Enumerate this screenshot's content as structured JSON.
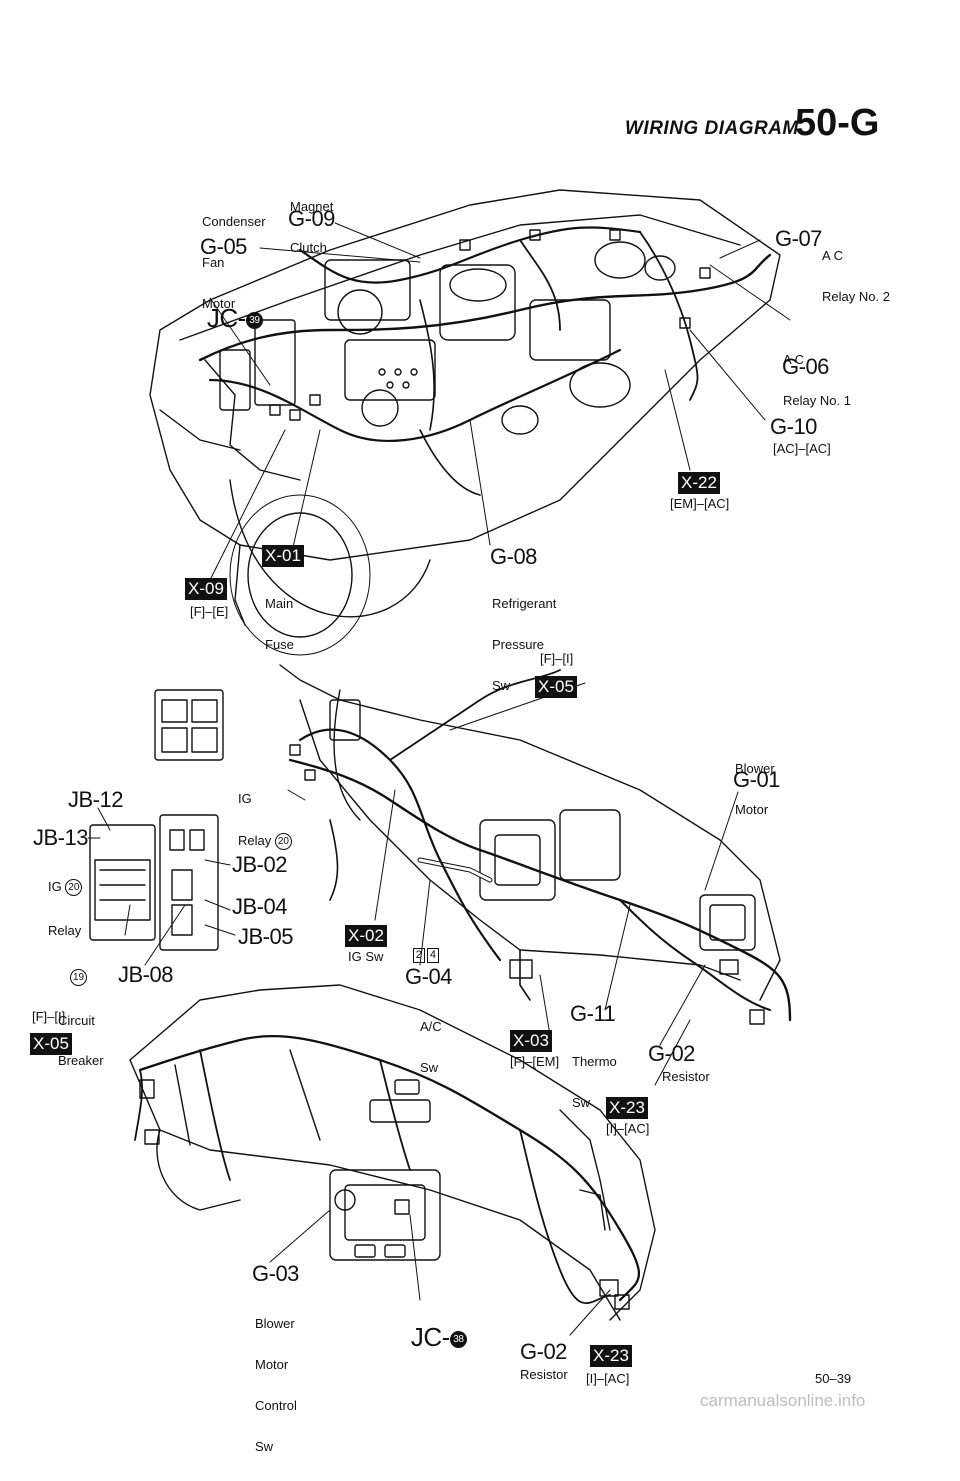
{
  "header": {
    "title": "WIRING DIAGRAM",
    "code": "50-G"
  },
  "page_number": "50–39",
  "engine": {
    "condenser_fan_motor": {
      "line1": "Condenser",
      "line2": "Fan",
      "line3": "Motor",
      "code": "G-05"
    },
    "magnet_clutch": {
      "line1": "Magnet",
      "line2": "Clutch",
      "code": "G-09"
    },
    "jc39": {
      "prefix": "JC-",
      "num": "39"
    },
    "ac_relay2": {
      "code": "G-07",
      "line1": "A C",
      "line2": "Relay No. 2"
    },
    "ac_relay1": {
      "line1": "A C",
      "line2": "Relay No. 1",
      "code": "G-06"
    },
    "g10": {
      "code": "G-10",
      "sub": "[AC]–[AC]"
    },
    "x22": {
      "badge": "X-22",
      "sub": "[EM]–[AC]"
    },
    "g08": {
      "code": "G-08",
      "line1": "Refrigerant",
      "line2": "Pressure",
      "line3": "Sw"
    },
    "x01": {
      "badge": "X-01",
      "line1": "Main",
      "line2": "Fuse"
    },
    "x09": {
      "badge": "X-09",
      "sub": "[F]–[E]"
    }
  },
  "dash": {
    "x05_top": {
      "sub": "[F]–[I]",
      "badge": "X-05"
    },
    "blower_motor": {
      "line1": "Blower",
      "line2": "Motor",
      "code": "G-01"
    },
    "ig_relay_top": {
      "line1": "IG",
      "line2": "Relay",
      "num": "20"
    },
    "jb12": "JB-12",
    "jb13": "JB-13",
    "ig_relay_left": {
      "line1": "IG",
      "line2": "Relay",
      "num": "20"
    },
    "jb02": "JB-02",
    "jb04": "JB-04",
    "jb05": "JB-05",
    "circuit_breaker": {
      "num": "19",
      "line1": "Circuit",
      "line2": "Breaker"
    },
    "jb08": "JB-08",
    "x02": {
      "badge": "X-02",
      "pin1": "2",
      "pin2": "4",
      "sub": "IG Sw"
    },
    "g04": {
      "code": "G-04",
      "line1": "A/C",
      "line2": "Sw"
    },
    "g11": {
      "code": "G-11",
      "line1": "Thermo",
      "line2": "Sw"
    },
    "x03": {
      "badge": "X-03",
      "sub": "[F]–[EM]"
    },
    "g02_upper": {
      "code": "G-02",
      "line1": "Resistor"
    },
    "x23_upper": {
      "badge": "X-23",
      "sub": "[I]–[AC]"
    },
    "x05_left": {
      "sub": "[F]–[I]",
      "badge": "X-05"
    }
  },
  "panel": {
    "g03": {
      "code": "G-03",
      "line1": "Blower",
      "line2": "Motor",
      "line3": "Control",
      "line4": "Sw"
    },
    "jc38": {
      "prefix": "JC-",
      "num": "38"
    },
    "g02_lower": {
      "code": "G-02",
      "line1": "Resistor"
    },
    "x23_lower": {
      "badge": "X-23",
      "sub": "[I]–[AC]"
    }
  },
  "watermark": "carmanualsonline.info"
}
